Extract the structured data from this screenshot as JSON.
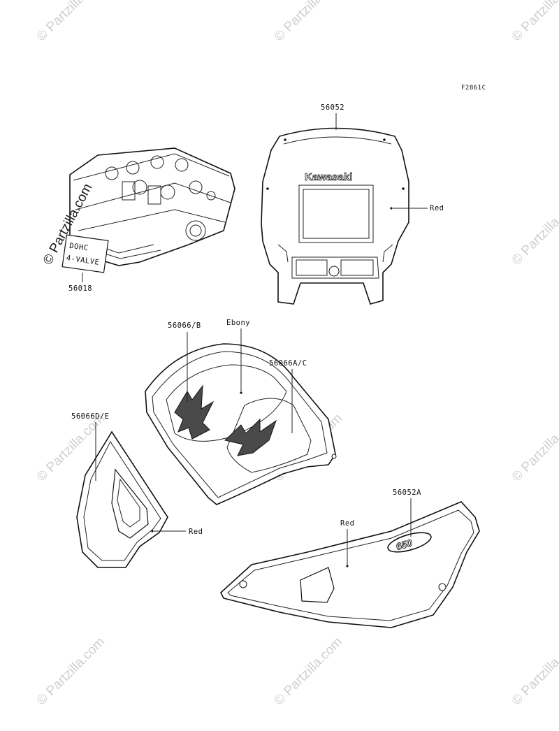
{
  "figure_code": "F2861C",
  "watermark": {
    "text": "© Partzilla.com",
    "highlighted_text": "© Partzilla.com"
  },
  "parts": [
    {
      "id": "56018",
      "label": "56018",
      "decal_text": [
        "DOHC",
        "4-VALVE"
      ]
    },
    {
      "id": "56052",
      "label": "56052",
      "color": "Red",
      "decal_text": "Kawasaki"
    },
    {
      "id": "56066B",
      "label": "56066/B"
    },
    {
      "id": "56066AC",
      "label": "56066A/C",
      "color": "Ebony"
    },
    {
      "id": "56066DE",
      "label": "56066D/E",
      "color": "Red"
    },
    {
      "id": "56052A",
      "label": "56052A",
      "color": "Red",
      "decal_text": "650"
    }
  ]
}
